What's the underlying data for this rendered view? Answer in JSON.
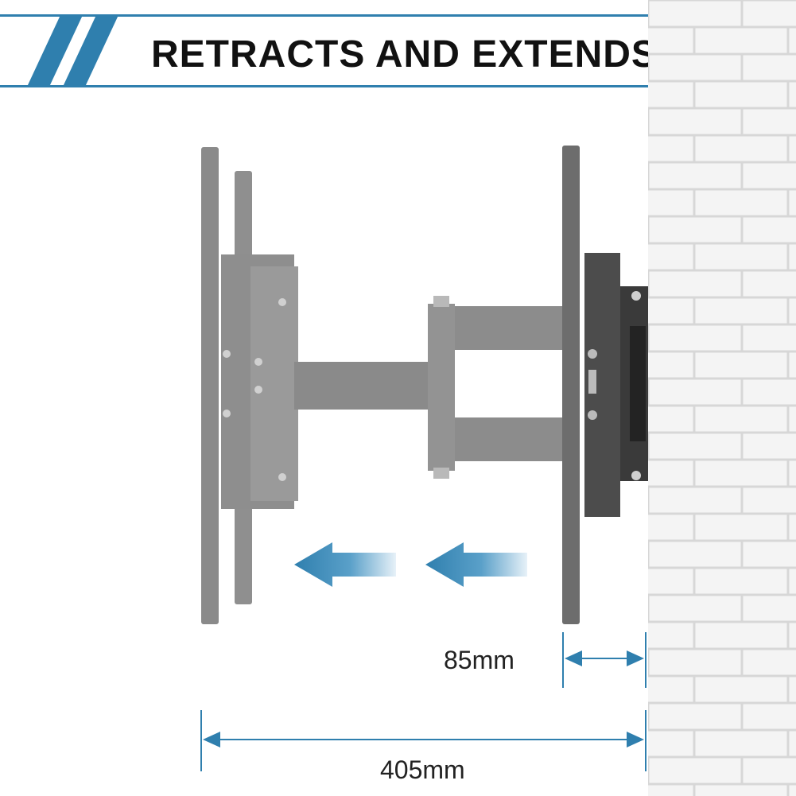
{
  "banner": {
    "title": "RETRACTS AND EXTENDS"
  },
  "dimensions": {
    "retracted": "85mm",
    "extended": "405mm"
  },
  "colors": {
    "accent": "#2f7fae",
    "bracket_extended": "#8a8a8a",
    "bracket_retracted": "#555555",
    "wall_brick": "#f4f4f4",
    "wall_mortar": "#d7d7d7"
  }
}
